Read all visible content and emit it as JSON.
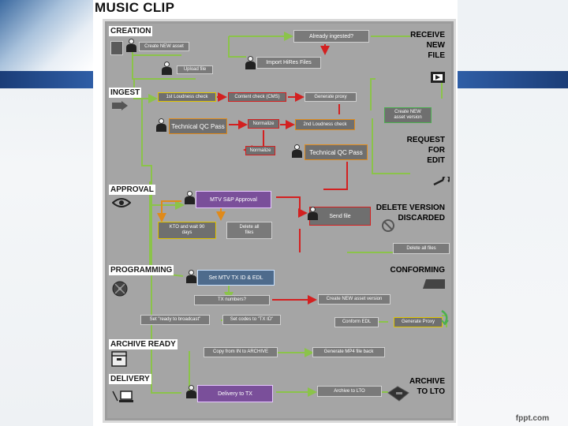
{
  "title": "MUSIC CLIP",
  "footer": "fppt.com",
  "sections": {
    "creation": "CREATION",
    "ingest": "INGEST",
    "approval": "APPROVAL",
    "programming": "PROGRAMMING",
    "archive_ready": "ARCHIVE READY",
    "delivery": "DELIVERY",
    "receive_new_file": "RECEIVE\nNEW\nFILE",
    "request_for_edit": "REQUEST\nFOR\nEDIT",
    "delete_version_discarded": "DELETE VERSION\nDISCARDED",
    "conforming": "CONFORMING",
    "archive_to_lto": "ARCHIVE\nTO LTO"
  },
  "boxes": {
    "create_new_asset": "Create NEW asset",
    "already_ingested": "Already ingested?",
    "import_hires": "Import HiRes Files",
    "upload_file": "Upload file",
    "first_loudness": "1st Loudness check",
    "content_check": "Content check (CMS)",
    "generate_proxy": "Generate proxy",
    "create_new_asset_version": "Create NEW\nasset version",
    "technical_qc_1": "Technical QC Pass",
    "normalize_1": "Normalize",
    "second_loudness": "2nd Loudness check",
    "normalize_2": "Normalize",
    "technical_qc_2": "Technical QC Pass",
    "mtv_approval": "MTV S&P Approval",
    "send_file": "Send file",
    "kto_wait": "KTO and wait 90\ndays",
    "delete_all_files_1": "Delete all\nfiles",
    "delete_all_files_2": "Delete all files",
    "set_mtv_tx": "Set MTV TX ID & EDL",
    "tx_numbers": "TX numbers?",
    "create_new_asset_version_2": "Create NEW asset version",
    "set_ready": "Set \"ready to broadcast\"",
    "set_codes": "Set codes to \"TX ID\"",
    "conform_edl": "Conform EDL",
    "generate_proxy_2": "Generate Proxy",
    "copy_archive": "Copy from IN to ARCHIVE",
    "generate_mp4": "Generate MP4 file back",
    "delivery_tx": "Delivery to TX",
    "archive_lto": "Archive to LTO"
  },
  "colors": {
    "panel": "#a5a5a5",
    "flow_green": "#8bc34a",
    "flow_red": "#d32020",
    "flow_orange": "#e08a1a",
    "approval_purple": "#7a4f9a",
    "programming_blue": "#4e6b8c"
  },
  "icons": [
    "eye-icon",
    "wrench-icon",
    "film-icon",
    "no-entry-icon",
    "reel-icon",
    "computer-icon",
    "tape-drive-icon",
    "person-icon",
    "archive-box-icon",
    "recycle-arrow-icon"
  ]
}
